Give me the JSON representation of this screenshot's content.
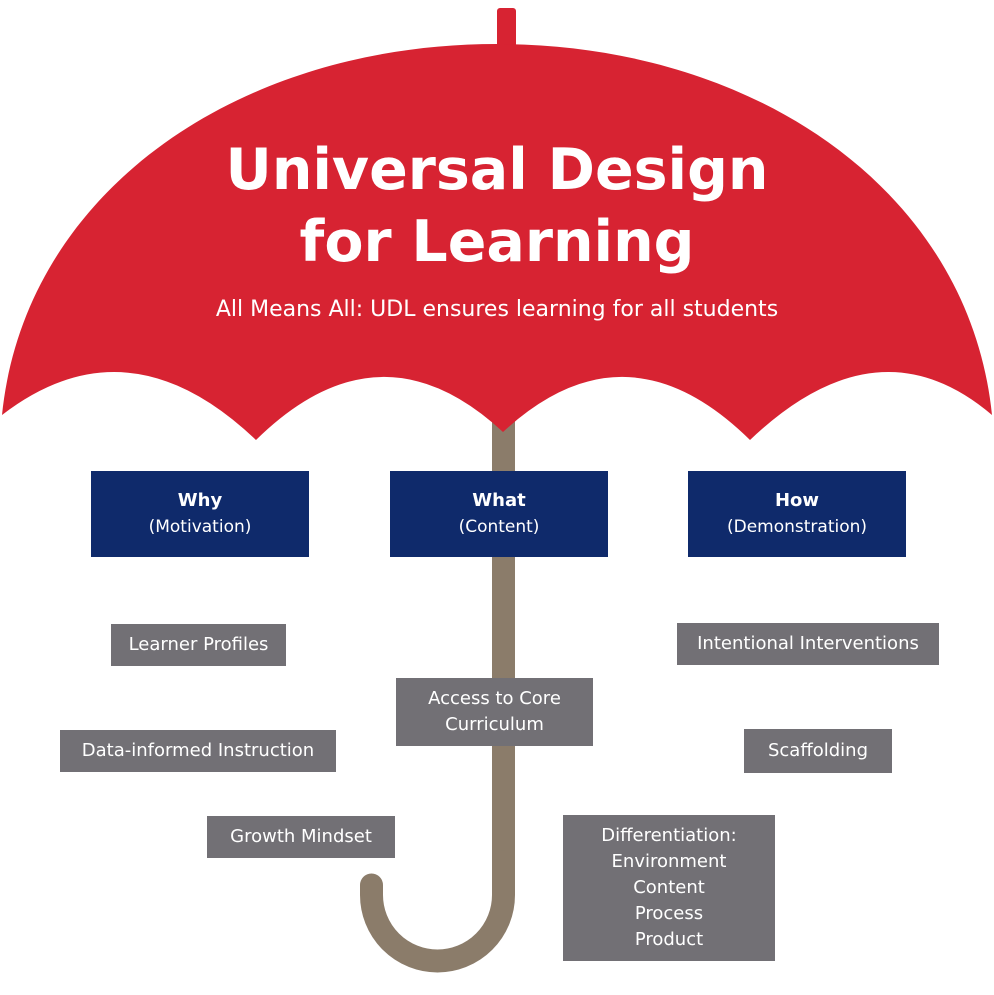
{
  "colors": {
    "canopy": "#d72332",
    "shaft": "#8b7c6a",
    "principle_box": "#0f2a6b",
    "practice_box": "#727075",
    "text_on_dark": "#ffffff"
  },
  "title": {
    "line1": "Universal Design",
    "line2": "for Learning",
    "subtitle": "All Means All: UDL ensures learning for all students"
  },
  "principles": [
    {
      "heading": "Why",
      "sub": "(Motivation)"
    },
    {
      "heading": "What",
      "sub": "(Content)"
    },
    {
      "heading": "How",
      "sub": "(Demonstration)"
    }
  ],
  "practices": {
    "learner_profiles": "Learner Profiles",
    "data_informed_instruction": "Data-informed Instruction",
    "growth_mindset": "Growth Mindset",
    "access_to_core": [
      "Access to Core",
      "Curriculum"
    ],
    "intentional_interventions": "Intentional Interventions",
    "scaffolding": "Scaffolding",
    "differentiation": [
      "Differentiation:",
      "Environment",
      "Content",
      "Process",
      "Product"
    ]
  }
}
